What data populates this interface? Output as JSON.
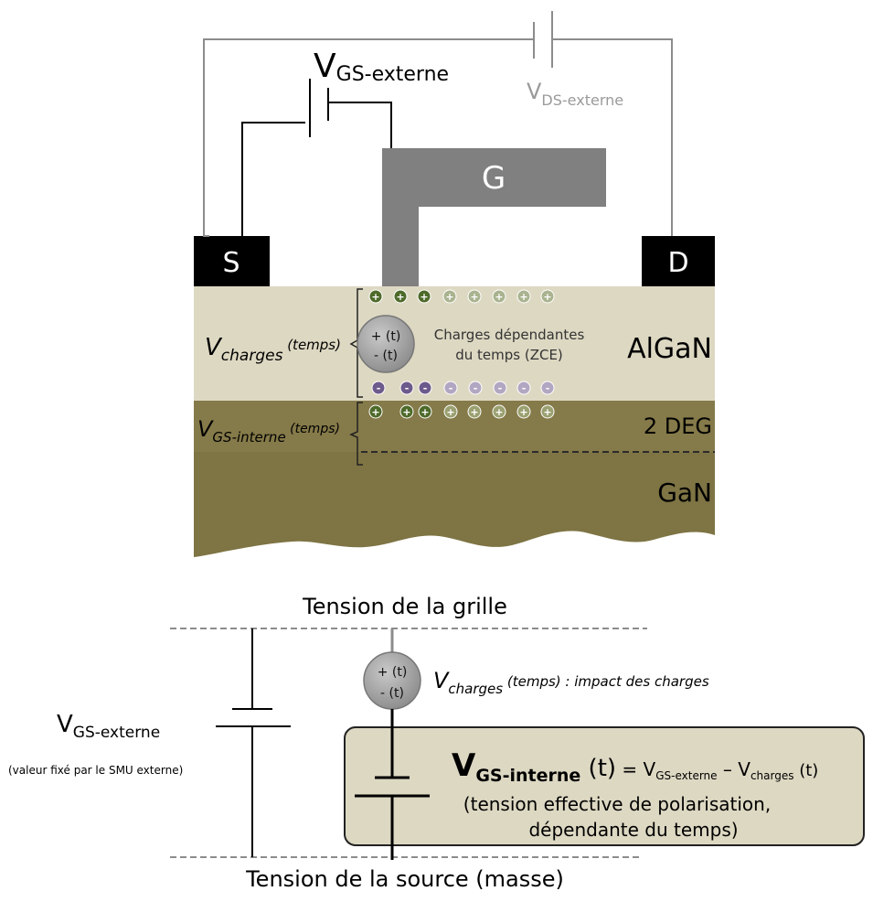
{
  "top": {
    "vgs_ext": {
      "main": "V",
      "sub": "GS-externe"
    },
    "vds_ext": {
      "main": "V",
      "sub": "DS-externe"
    },
    "gate": "G",
    "source": "S",
    "drain": "D",
    "layers": {
      "algan": "AlGaN",
      "deg": "2 DEG",
      "gan": "GaN"
    },
    "vcharges": {
      "main": "V",
      "sub": "charges",
      "suffix": " (temps)"
    },
    "vgs_int": {
      "main": "V",
      "sub": "GS-interne",
      "suffix": " (temps)"
    },
    "charge_source": {
      "plus": "+ (t)",
      "minus": "- (t)"
    },
    "charges_desc": {
      "line1": "Charges dépendantes",
      "line2": "du temps (ZCE)"
    },
    "plus_sign": "+",
    "minus_sign": "-"
  },
  "bottom": {
    "gate_title": "Tension de la grille",
    "source_title": "Tension de la source (masse)",
    "charge_source": {
      "plus": "+ (t)",
      "minus": "- (t)"
    },
    "vcharges_label": {
      "main": "V",
      "sub": "charges",
      "suffix": " (temps) : impact des charges"
    },
    "vgs_ext": {
      "main": "V",
      "sub": "GS-externe"
    },
    "vgs_ext_note": "(valeur fixé par le SMU externe)",
    "formula": {
      "lhs_main": "V",
      "lhs_sub": "GS-interne",
      "lhs_t": " (t)",
      "eq": " = ",
      "r1_main": "V",
      "r1_sub": "GS-externe",
      "minus": " – ",
      "r2_main": "V",
      "r2_sub": "charges",
      "r2_t": " (t)"
    },
    "effective_line1": "(tension effective de polarisation,",
    "effective_line2": "dépendante du temps)"
  },
  "colors": {
    "algan": "#DDD8C2",
    "deg": "#857A49",
    "gan": "#7E7444",
    "metal": "#000000",
    "gate": "#808080",
    "wire": "#000000",
    "wire_grey": "#8C8C8C",
    "plus_dark": "#4E6A2A",
    "plus_light": "#A9B38F",
    "minus_dark": "#6D5A8C",
    "minus_light": "#B2A7C2",
    "box": "#DDD8C2"
  }
}
